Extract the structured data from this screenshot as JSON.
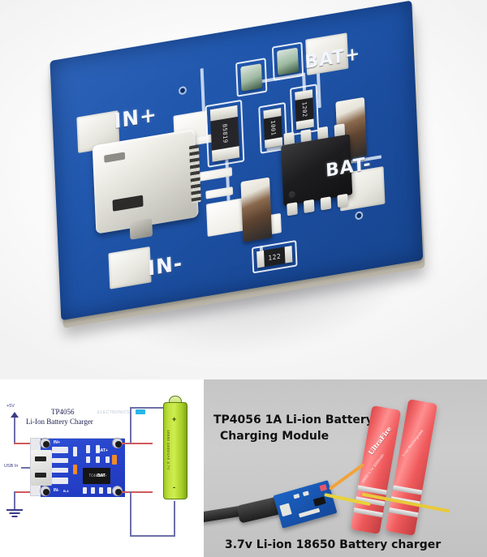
{
  "product": {
    "name": "TP4056 1A Li-ion Battery Charging Module",
    "chip": "TP4056",
    "pcb_color": "#1f55a8"
  },
  "hero": {
    "alt": "TP4056 lithium battery charger module PCB",
    "silkscreen": {
      "in_plus": "IN+",
      "in_minus": "IN-",
      "bat_plus": "BAT+",
      "bat_minus": "BAT-"
    },
    "components": {
      "diode_marking": "B5819",
      "resistor_1_marking": "1001",
      "resistor_2_marking": "1202",
      "resistor_3_marking": "122",
      "ic_package": "SOP-8"
    }
  },
  "diagram": {
    "title_line_1": "TP4056",
    "title_line_2": "Li-Ion Battery Charger",
    "watermark": "ELECTRONICS",
    "supply_label": "+5V",
    "usb_label": "USB In",
    "board_pins": {
      "in_plus": "IN+",
      "in_minus": "IN-",
      "bat_plus": "BAT+",
      "bat_minus": "BAT-"
    },
    "ic_marking": "TC4056A",
    "pcb_bottom_marking": "B-4",
    "battery": {
      "spec": "18650 3400mAh 3.7V",
      "plus": "+",
      "minus": "-"
    }
  },
  "photo": {
    "title_line_1": "TP4056 1A Li-ion Battery",
    "title_line_2": "Charging Module",
    "caption": "3.7v Li-ion 18650 Battery charger",
    "battery_brand": "UltraFire",
    "battery_spec_1": "18650 3.7V 3000mAh",
    "battery_spec_2": "Li-ion Rechargeable"
  },
  "colors": {
    "pcb_blue": "#1f55a8",
    "battery_green": "#bfe040",
    "battery_red": "#e8545700",
    "wire_violet": "#6d6fa8",
    "wire_red": "#d0595c",
    "panel_gray": "#c9c9c9"
  }
}
